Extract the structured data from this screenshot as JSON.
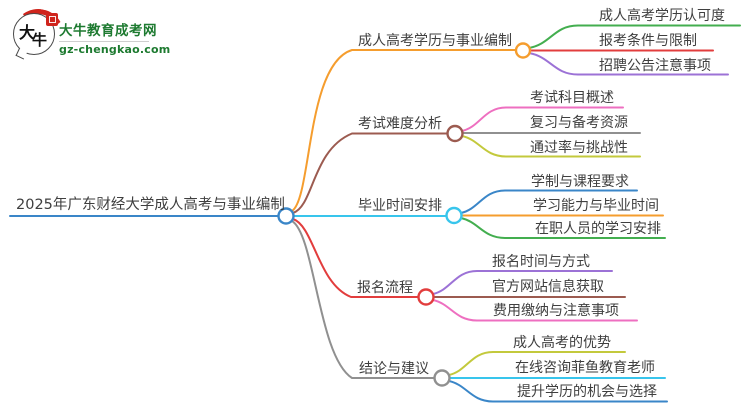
{
  "logo": {
    "title": "大牛教育成考网",
    "domain": "gz-chengkao.com",
    "icon_char_1": "大",
    "icon_char_2": "牛"
  },
  "central": {
    "title": "2025年广东财经大学成人高考与事业编制"
  },
  "branches": [
    {
      "label": "成人高考学历与事业编制",
      "color": "#f59d2e",
      "children": [
        "成人高考学历认可度",
        "报考条件与限制",
        "招聘公告注意事项"
      ]
    },
    {
      "label": "考试难度分析",
      "color": "#9c5b50",
      "children": [
        "考试科目概述",
        "复习与备考资源",
        "通过率与挑战性"
      ]
    },
    {
      "label": "毕业时间安排",
      "color": "#38c5ec",
      "children": [
        "学制与课程要求",
        "学习能力与毕业时间",
        "在职人员的学习安排"
      ]
    },
    {
      "label": "报名流程",
      "color": "#e23d3d",
      "children": [
        "报名时间与方式",
        "官方网站信息获取",
        "费用缴纳与注意事项"
      ]
    },
    {
      "label": "结论与建议",
      "color": "#909090",
      "children": [
        "成人高考的优势",
        "在线咨询菲鱼教育老师",
        "提升学历的机会与选择"
      ]
    }
  ],
  "palette": {
    "blue": "#3a86c8",
    "cyan": "#38c5ec",
    "orange": "#f59d2e",
    "brown": "#9c5b50",
    "red": "#e23d3d",
    "gray": "#909090",
    "green": "#43ae4f",
    "purple": "#9c72d6",
    "pink": "#ee6fc0",
    "olive": "#c3c93c",
    "text": "#3f3f3f",
    "logo_green": "#1d7a30",
    "logo_red": "#cf241c"
  }
}
